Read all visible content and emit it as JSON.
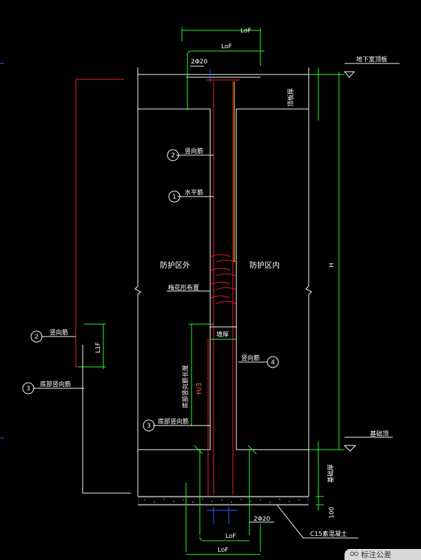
{
  "labels": {
    "lof_top_outer": "LoF",
    "lof_top_inner": "LoF",
    "bar_top": "2Φ20",
    "bar_bottom": "2Φ20",
    "lof_bottom_inner": "LoF",
    "lof_bottom_outer": "LoF",
    "basement_slab": "地下室顶板",
    "top_slab_thickness": "顶板厚",
    "vertical_bar_upper": "竖向筋",
    "horizontal_bar": "水平筋",
    "outside_zone": "防护区外",
    "inside_zone": "防护区内",
    "plum_layout": "梅花形布置",
    "height_H": "H",
    "vertical_bar_left": "竖向筋",
    "l1f": "L1F",
    "wall_thickness": "墙厚",
    "bottom_vertical_bar_left": "底部竖向筋",
    "vertical_bar_right": "竖向筋",
    "bottom_bar_length": "底部竖向筋长度",
    "h3": "H/3",
    "bottom_vertical_bar_lower": "底部竖向筋",
    "foundation_top": "基础顶",
    "foundation_thickness": "基础厚",
    "dim_100": "100",
    "c15": "C15素混凝土"
  },
  "markers": {
    "m1": "1",
    "m2_upper": "2",
    "m2_left": "2",
    "m3_left": "3",
    "m3_lower": "3",
    "m4": "4"
  },
  "status": {
    "text": "标注公差",
    "icon": "link-icon"
  },
  "colors": {
    "background": "#000000",
    "concrete": "#ffffff",
    "dimension": "#28ff28",
    "rebar": "#ff2020",
    "outline": "#3a5cff",
    "accent": "#ff6a3a"
  }
}
